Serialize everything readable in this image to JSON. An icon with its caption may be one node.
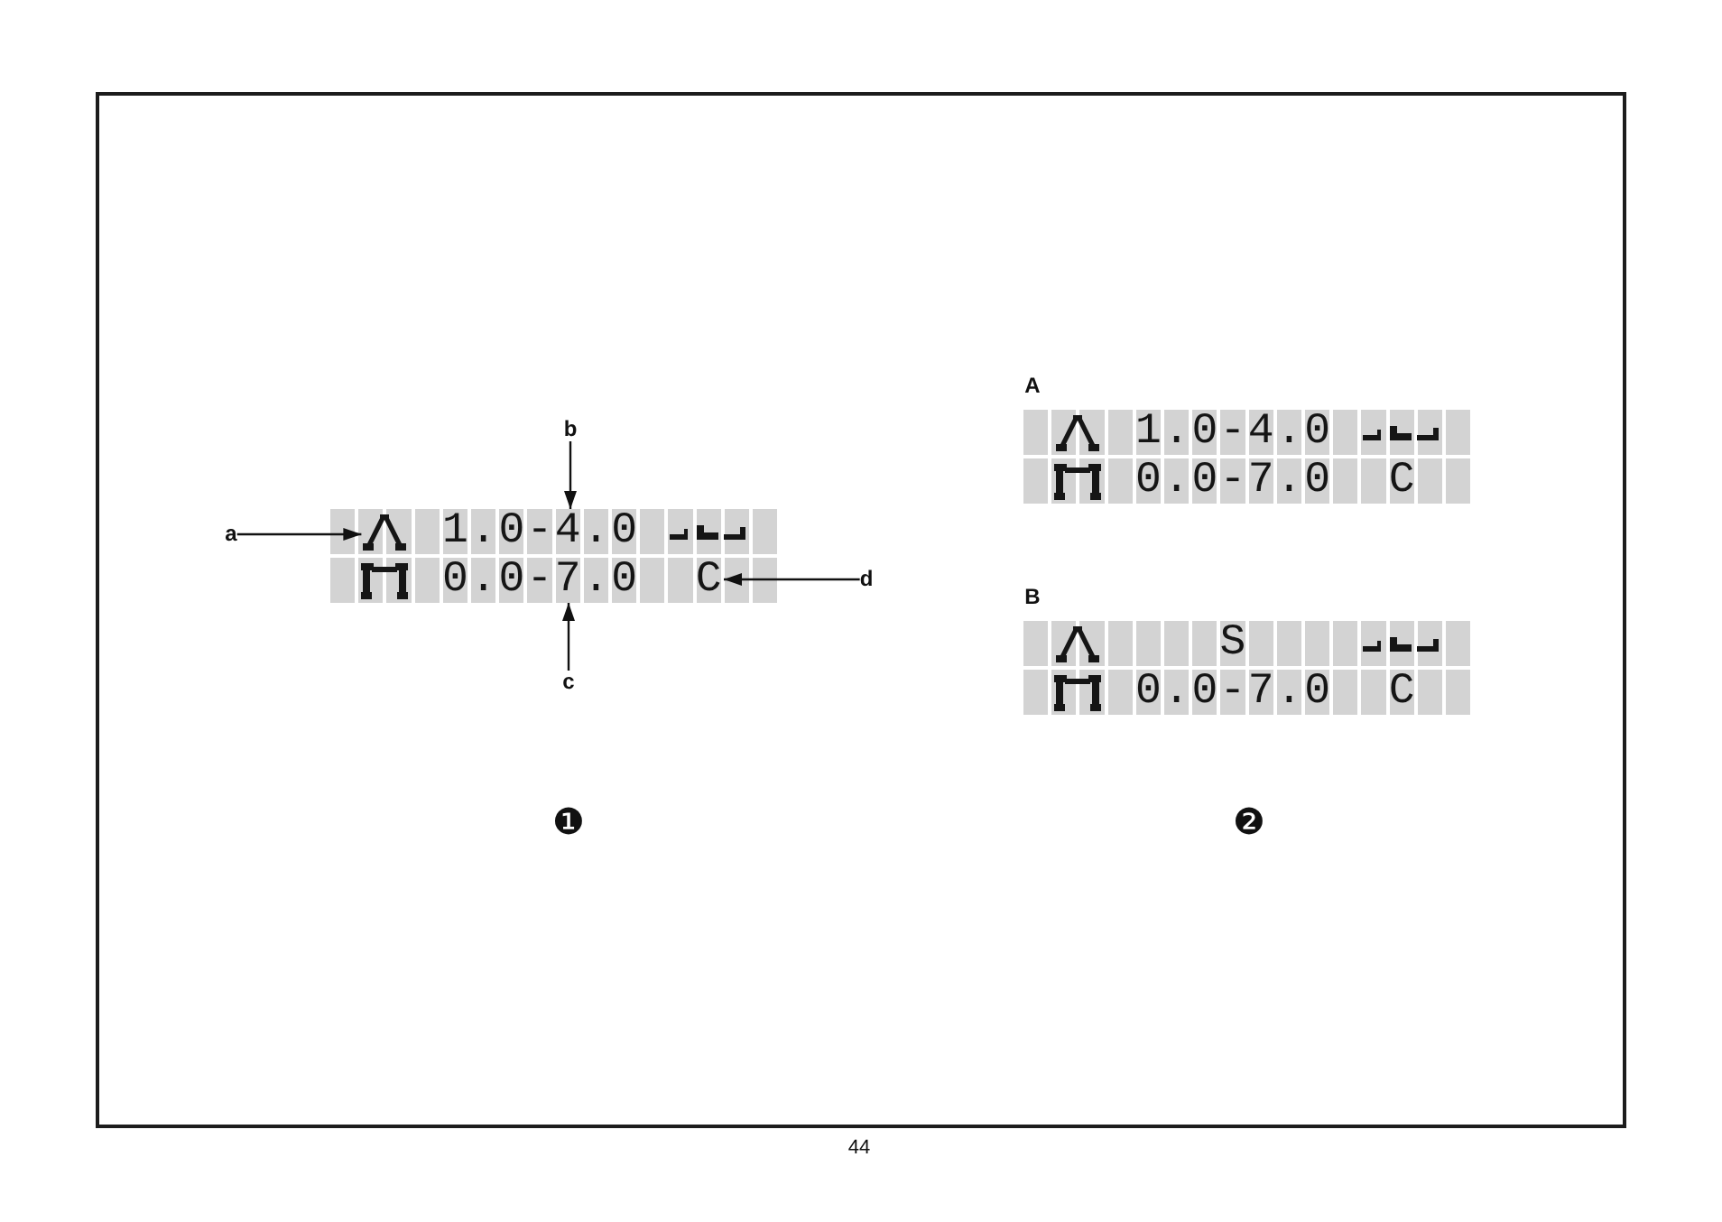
{
  "diagram": {
    "nodes": [
      {
        "text": [],
        "shape": "box"
      },
      {
        "text": [],
        "shape": "picture",
        "in": 0
      },
      {
        "text": [
          "1.0-4.0"
        ],
        "in": 0
      },
      {
        "text": [
          "0.0-7.0"
        ],
        "in": 0
      },
      {
        "text": [
          "C"
        ],
        "in": 0
      },
      {
        "text": [
          "a"
        ]
      },
      {
        "text": [
          "b"
        ]
      },
      {
        "text": [
          "c"
        ]
      },
      {
        "text": [
          "d"
        ]
      },
      {
        "text": [
          "A",
          "1.0-4.0",
          "0.0-7.0",
          "C"
        ]
      },
      {
        "text": [
          "B",
          "S",
          "0.0-7.0",
          "C"
        ]
      }
    ],
    "edges": [
      {
        "from": 5,
        "to": 1,
        "arrow": "to"
      },
      {
        "from": 6,
        "to": 2,
        "arrow": "to"
      },
      {
        "from": 7,
        "to": 3,
        "arrow": "to"
      },
      {
        "from": 8,
        "to": 4,
        "arrow": "to"
      }
    ],
    "labels": [
      "❶",
      "❷",
      "44"
    ]
  }
}
